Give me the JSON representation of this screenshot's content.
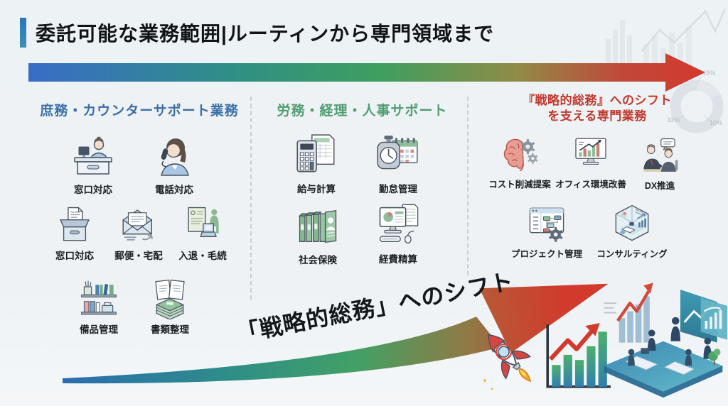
{
  "slide": {
    "title": "委託可能な業務範囲|ルーティンから専門領域まで",
    "diagonal_caption": "「戦略的総務」へのシフト"
  },
  "columns": {
    "routine": {
      "heading": "庶務・カウンターサポート業務",
      "items": [
        {
          "label": "窓口対応",
          "icon": "reception-desk"
        },
        {
          "label": "電話対応",
          "icon": "phone-call"
        },
        {
          "label": "窓口対応",
          "icon": "document-box"
        },
        {
          "label": "郵便・宅配",
          "icon": "mail-delivery"
        },
        {
          "label": "入退・毛続",
          "icon": "entry-exit-procedure"
        },
        {
          "label": "備品管理",
          "icon": "equipment-shelf"
        },
        {
          "label": "書類整理",
          "icon": "document-stack"
        }
      ]
    },
    "backoffice": {
      "heading": "労務・経理・人事サポート",
      "items": [
        {
          "label": "給与計算",
          "icon": "payroll-calculator"
        },
        {
          "label": "勤怠管理",
          "icon": "attendance-clock-calendar"
        },
        {
          "label": "社会保険",
          "icon": "social-insurance-binders"
        },
        {
          "label": "経費精算",
          "icon": "expense-computer"
        }
      ]
    },
    "strategic": {
      "heading_line1": "『戦略的総務』へのシフト",
      "heading_line2": "を支える専門業務",
      "items": [
        {
          "label": "コスト削減提案",
          "icon": "brain-gears"
        },
        {
          "label": "オフィス環境改善",
          "icon": "monitor-growth-chart"
        },
        {
          "label": "DX推進",
          "icon": "consult-meeting"
        },
        {
          "label": "プロジェクト管理",
          "icon": "kanban-gear"
        },
        {
          "label": "コンサルティング",
          "icon": "isometric-office-cube"
        }
      ]
    }
  },
  "decor": {
    "donut_labels": [
      "19%",
      "33%",
      "10%"
    ]
  },
  "colors": {
    "accent_bar": "#2e75b6",
    "heading_routine": "#3a6fa8",
    "heading_backoffice": "#4f9e72",
    "heading_strategic": "#c23a2e",
    "arrow_gradient_start": "#3a6cc8",
    "arrow_gradient_mid": "#3f9e5f",
    "arrow_red": "#d23a2c"
  }
}
